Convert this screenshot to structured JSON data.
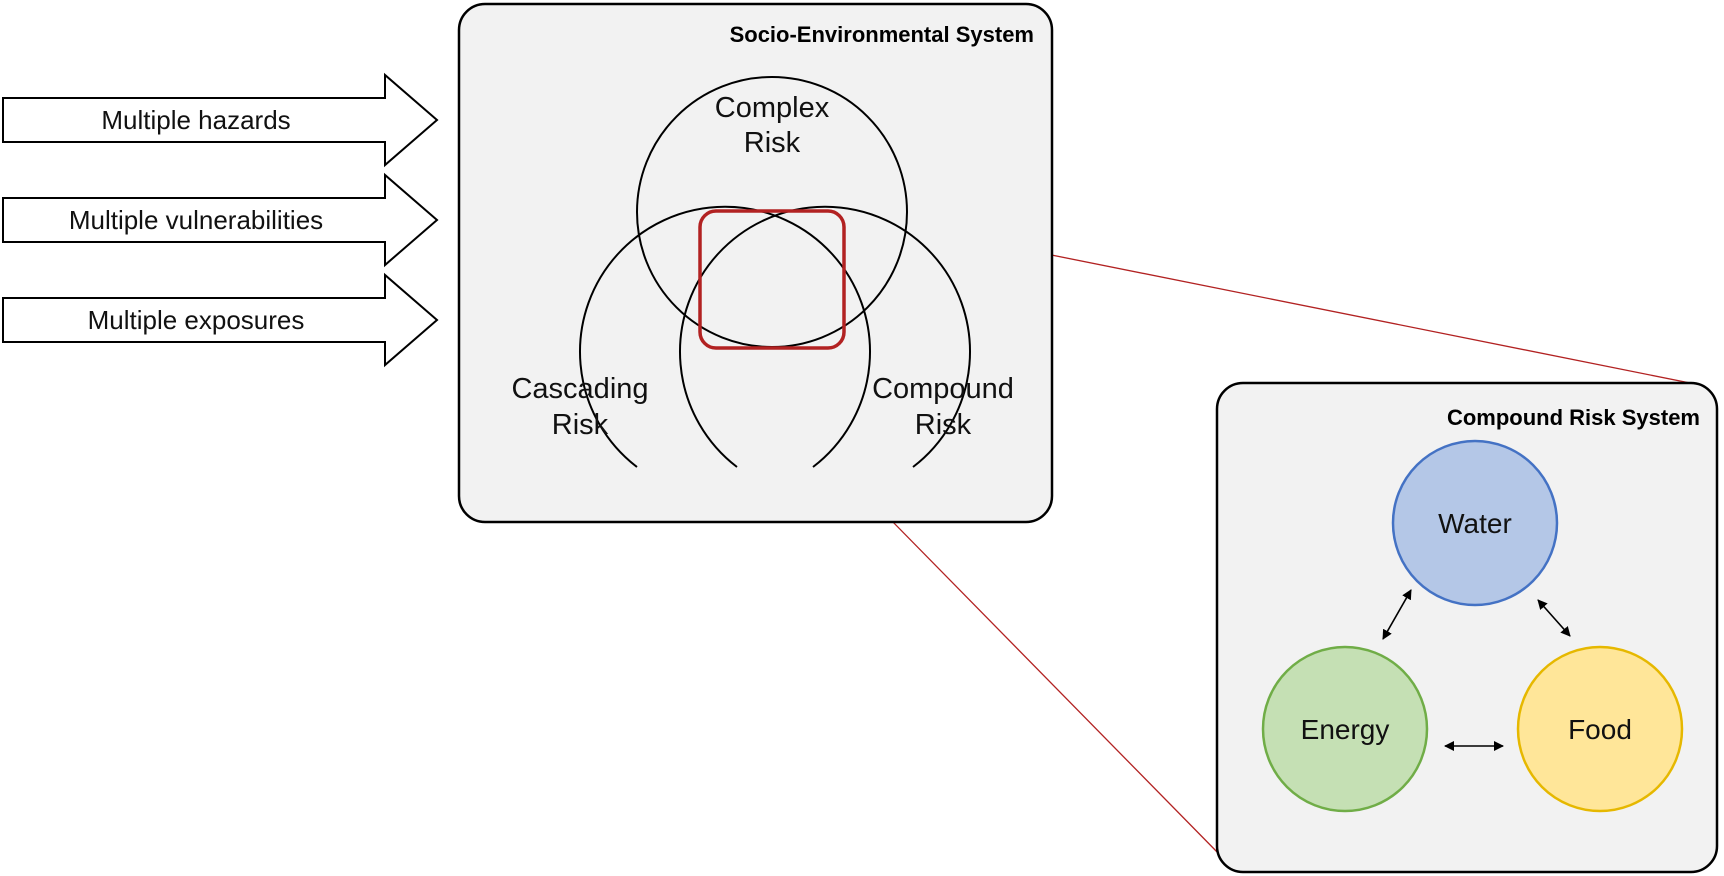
{
  "inputs": {
    "hazards": "Multiple hazards",
    "vulnerabilities": "Multiple vulnerabilities",
    "exposures": "Multiple exposures"
  },
  "socio_system": {
    "title": "Socio-Environmental System",
    "complex": {
      "line1": "Complex",
      "line2": "Risk"
    },
    "cascading": {
      "line1": "Cascading",
      "line2": "Risk"
    },
    "compound": {
      "line1": "Compound",
      "line2": "Risk"
    }
  },
  "compound_system": {
    "title": "Compound Risk System",
    "water": "Water",
    "energy": "Energy",
    "food": "Food"
  },
  "colors": {
    "highlight": "#b22222",
    "panel_fill": "#f2f2f2",
    "water_fill": "#b4c7e7",
    "water_stroke": "#4472c4",
    "energy_fill": "#c5e0b4",
    "energy_stroke": "#70ad47",
    "food_fill": "#ffe699",
    "food_stroke": "#e6b800"
  }
}
